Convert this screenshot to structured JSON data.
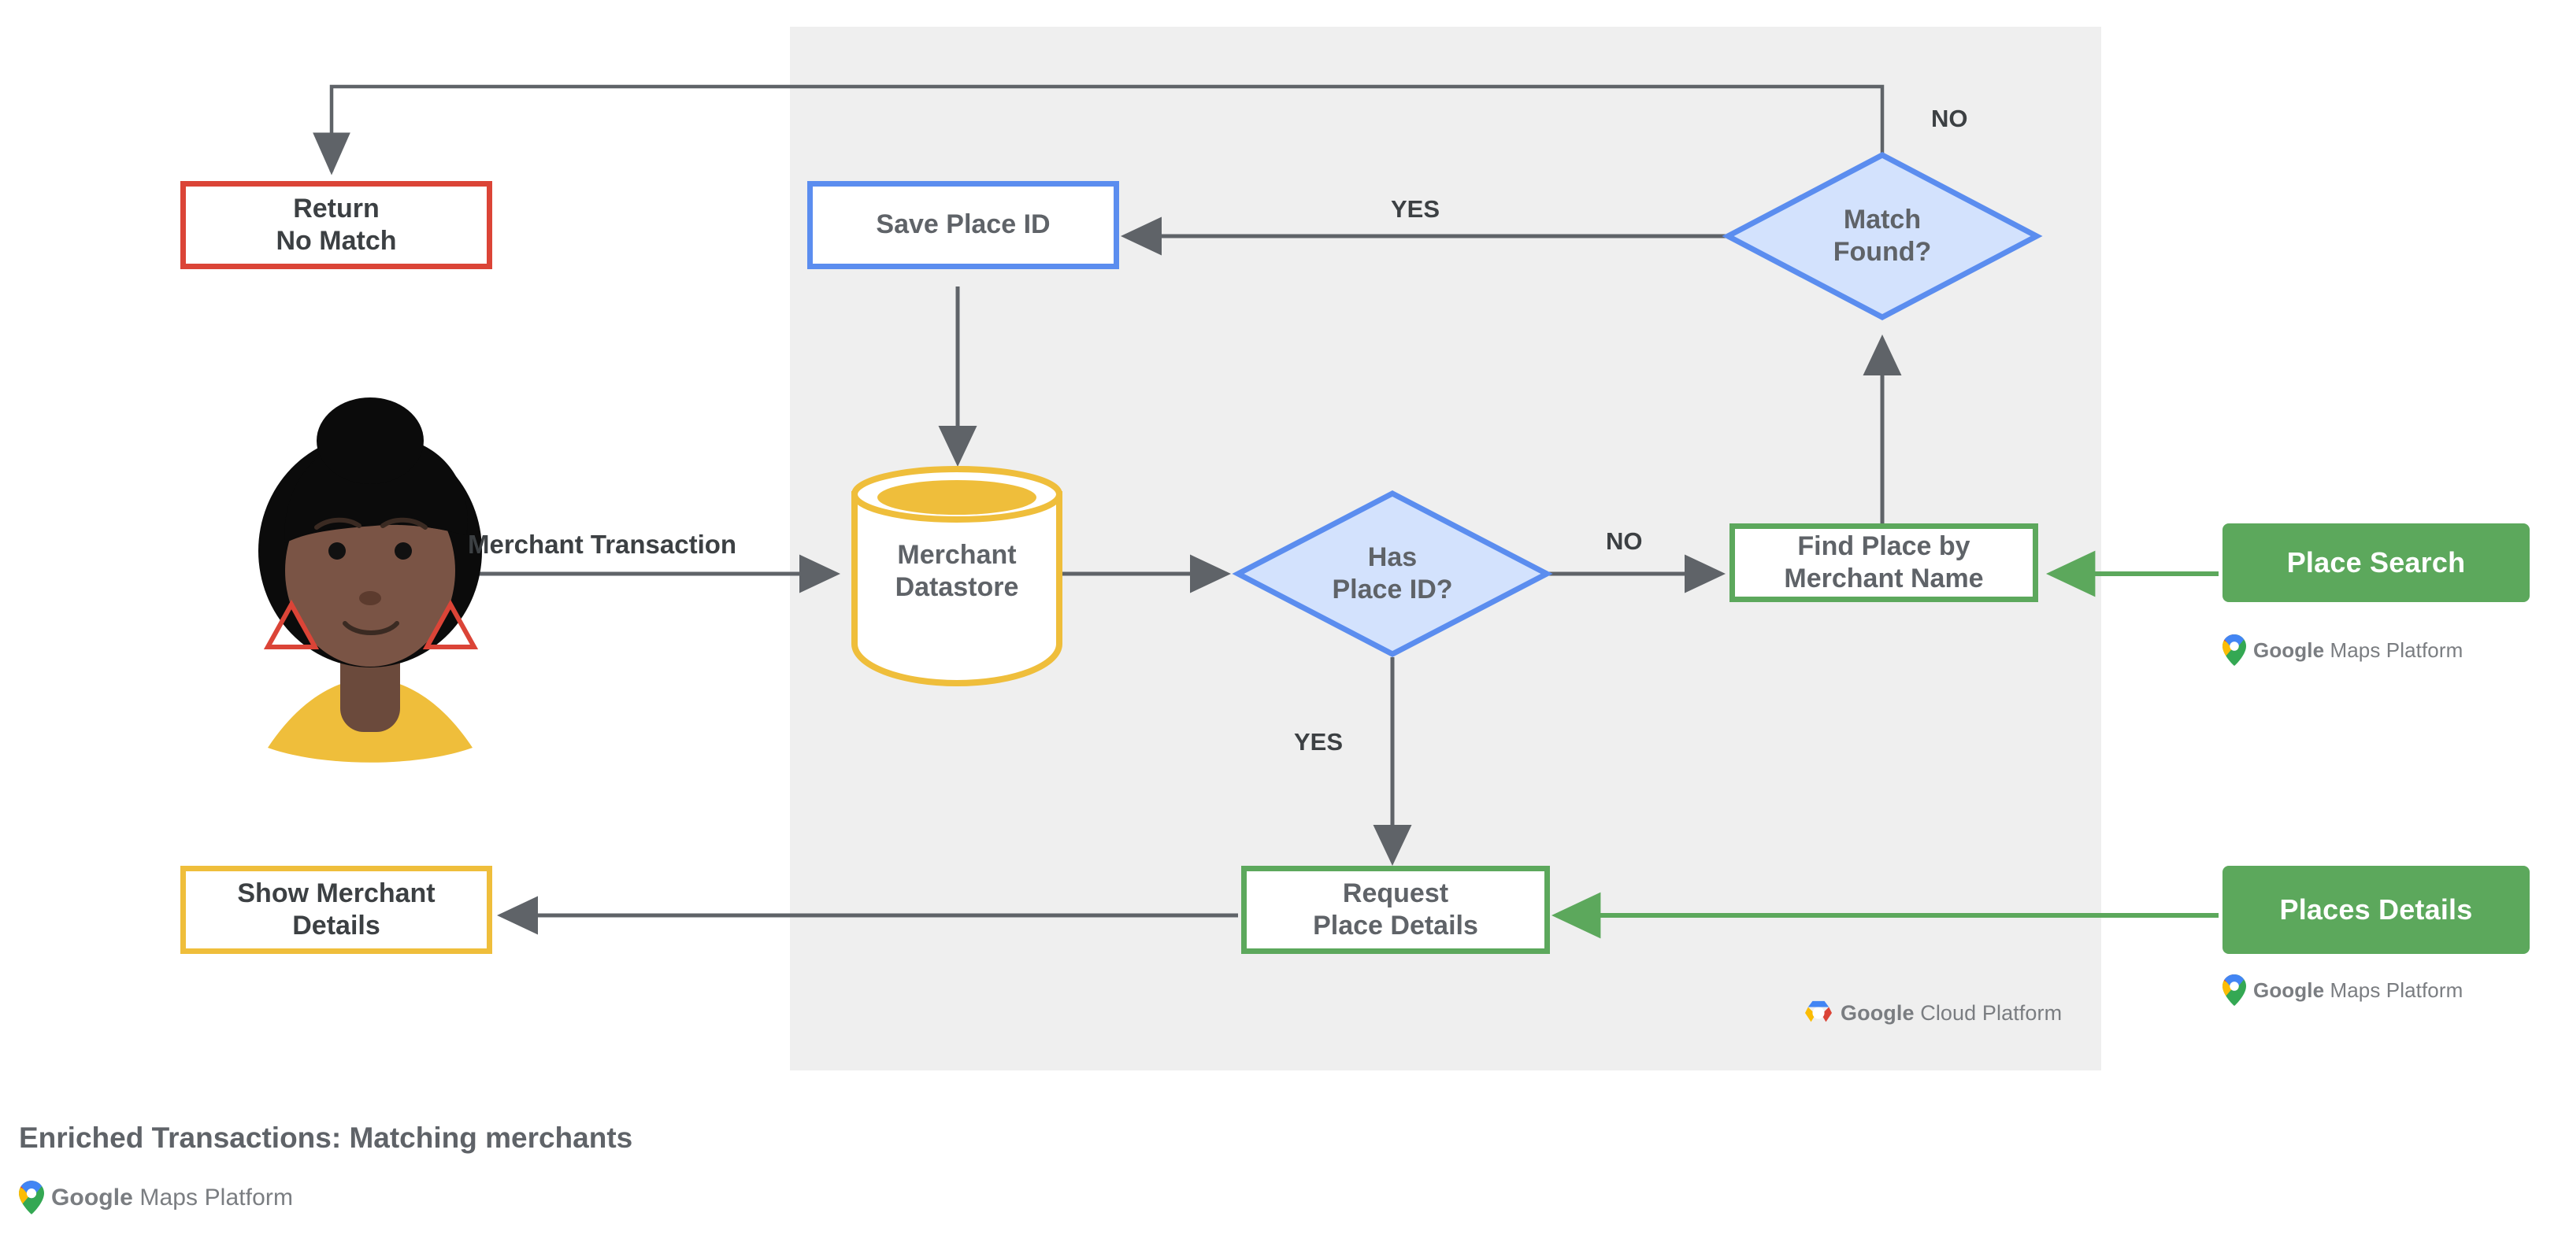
{
  "diagram": {
    "caption": "Enriched Transactions: Matching merchants",
    "panel": {
      "name": "google-cloud-platform-region",
      "background": "#EFEFEF"
    },
    "colors": {
      "red": "#DB4437",
      "blue": "#5B8DEF",
      "blue_fill": "#D3E2FD",
      "green": "#5CA85C",
      "amber": "#EFBE3B",
      "arrow_gray": "#5f6368",
      "text_gray": "#5f6368",
      "text_dark": "#3c4043"
    },
    "nodes": {
      "return_no_match": {
        "label_line1": "Return",
        "label_line2": "No Match",
        "shape": "rectangle",
        "color": "#DB4437"
      },
      "save_place_id": {
        "label_line1": "Save Place ID",
        "label_line2": "",
        "shape": "rectangle",
        "color": "#5B8DEF"
      },
      "match_found": {
        "label_line1": "Match",
        "label_line2": "Found?",
        "shape": "diamond",
        "color": "#5B8DEF"
      },
      "merchant_datastore": {
        "label_line1": "Merchant",
        "label_line2": "Datastore",
        "shape": "cylinder",
        "color": "#EFBE3B"
      },
      "has_place_id": {
        "label_line1": "Has",
        "label_line2": "Place ID?",
        "shape": "diamond",
        "color": "#5B8DEF"
      },
      "find_place_by_merchant_name": {
        "label_line1": "Find Place by",
        "label_line2": "Merchant Name",
        "shape": "rectangle",
        "color": "#5CA85C"
      },
      "request_place_details": {
        "label_line1": "Request",
        "label_line2": "Place Details",
        "shape": "rectangle",
        "color": "#5CA85C"
      },
      "show_merchant_details": {
        "label_line1": "Show Merchant",
        "label_line2": "Details",
        "shape": "rectangle",
        "color": "#EFBE3B"
      }
    },
    "api_cards": {
      "place_search": {
        "label": "Place Search"
      },
      "places_details": {
        "label": "Places Details"
      }
    },
    "edge_labels": {
      "merchant_transaction": "Merchant Transaction",
      "yes_match_found": "YES",
      "no_match_found": "NO",
      "no_has_place_id": "NO",
      "yes_has_place_id": "YES"
    },
    "logos": {
      "maps_bold": "Google",
      "maps_light": "Maps Platform",
      "cloud_bold": "Google",
      "cloud_light": "Cloud Platform"
    }
  }
}
